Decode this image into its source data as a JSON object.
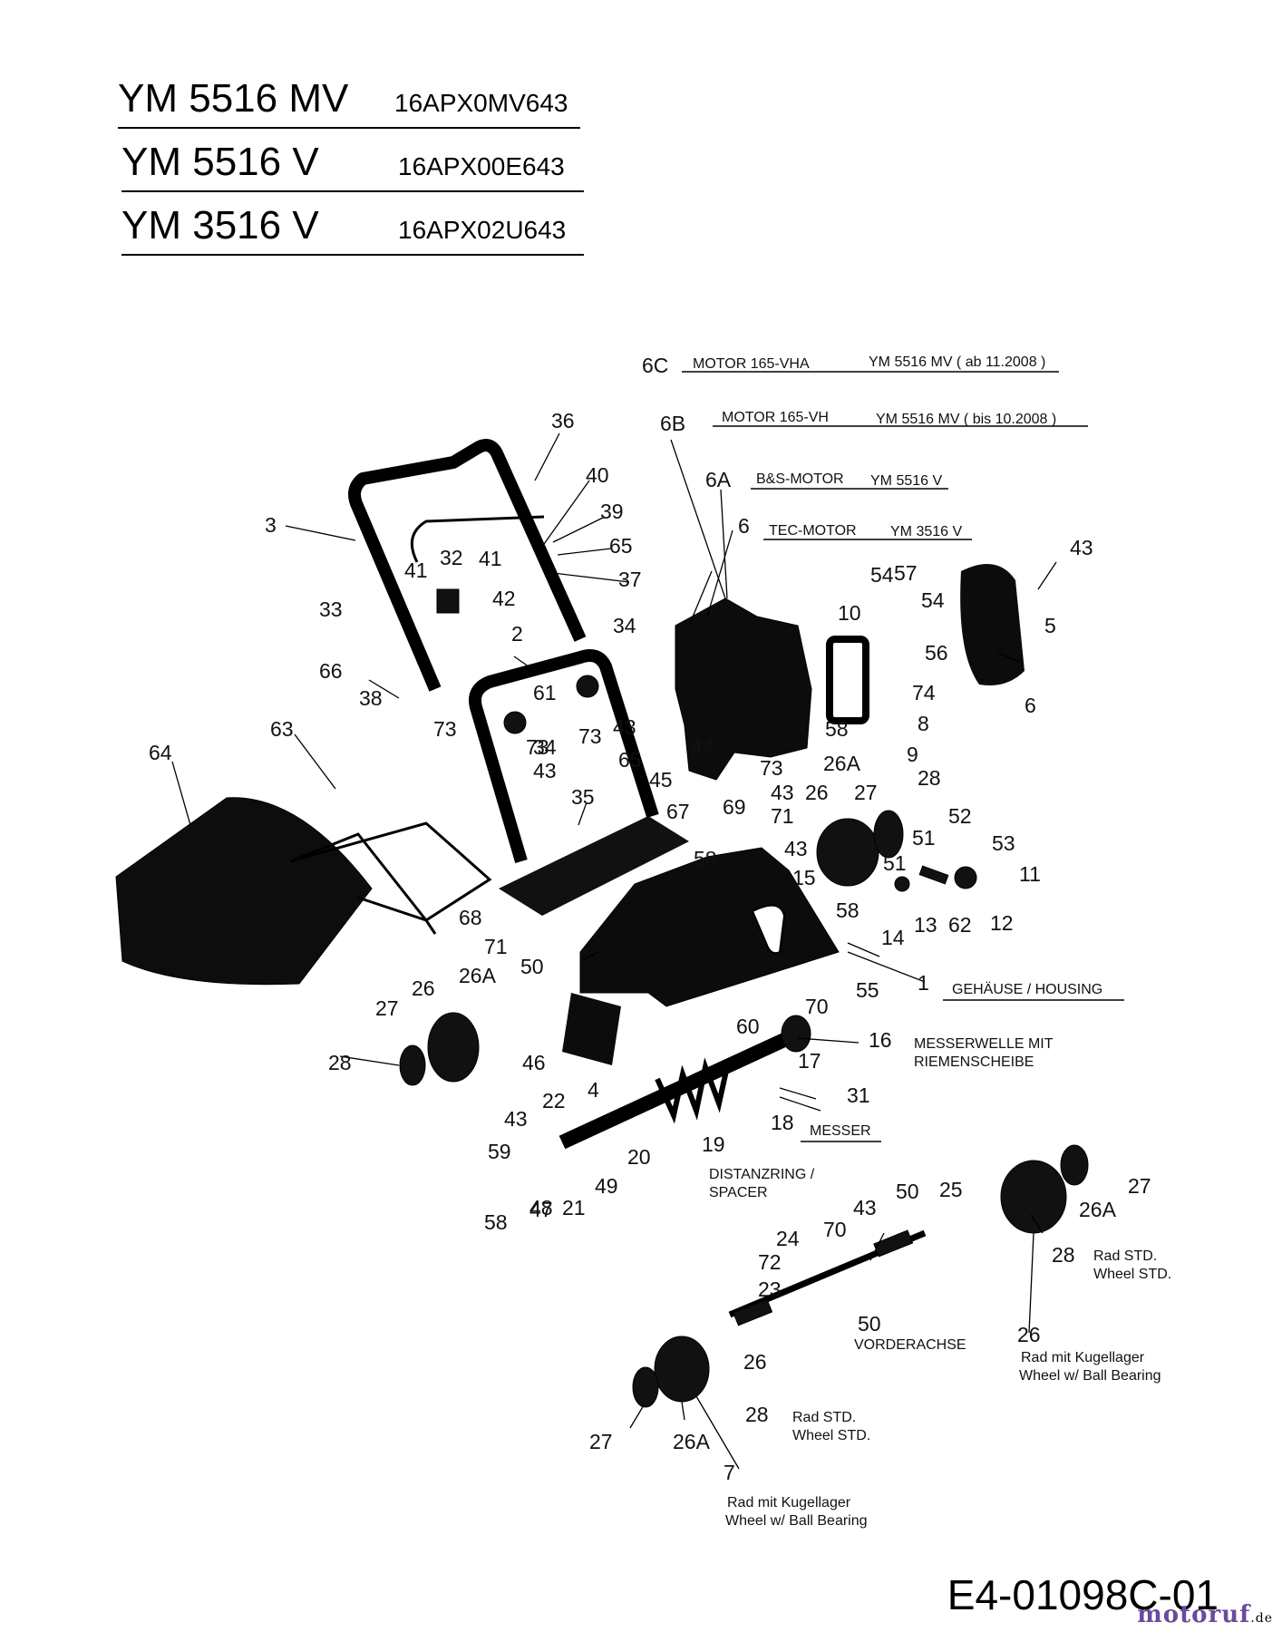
{
  "models": [
    {
      "name": "YM 5516 MV",
      "code": "16APX0MV643"
    },
    {
      "name": "YM 5516 V",
      "code": "16APX00E643"
    },
    {
      "name": "YM 3516 V",
      "code": "16APX02U643"
    }
  ],
  "engine_variants": [
    {
      "ref": "6C",
      "motor": "MOTOR 165-VHA",
      "applies": "YM 5516 MV ( ab 11.2008 )"
    },
    {
      "ref": "6B",
      "motor": "MOTOR 165-VH",
      "applies": "YM 5516 MV ( bis 10.2008 )"
    },
    {
      "ref": "6A",
      "motor": "B&S-MOTOR",
      "applies": "YM 5516 V"
    },
    {
      "ref": "6",
      "motor": "TEC-MOTOR",
      "applies": "YM 3516 V"
    }
  ],
  "callouts": [
    "36",
    "40",
    "39",
    "65",
    "37",
    "3",
    "41",
    "32",
    "41",
    "42",
    "33",
    "66",
    "38",
    "2",
    "34",
    "61",
    "73",
    "43",
    "73",
    "34",
    "63",
    "73",
    "43",
    "64",
    "65",
    "44",
    "45",
    "73",
    "43",
    "69",
    "71",
    "67",
    "58",
    "43",
    "35",
    "26A",
    "26",
    "27",
    "28",
    "52",
    "51",
    "53",
    "11",
    "51",
    "58",
    "14",
    "13",
    "62",
    "12",
    "15",
    "68",
    "71",
    "50",
    "1",
    "55",
    "70",
    "26",
    "26A",
    "27",
    "28",
    "46",
    "4",
    "60",
    "16",
    "17",
    "31",
    "22",
    "43",
    "59",
    "20",
    "49",
    "18",
    "19",
    "21",
    "48",
    "47",
    "58",
    "43",
    "50",
    "25",
    "24",
    "70",
    "72",
    "23",
    "50",
    "26",
    "28",
    "27",
    "26A",
    "26",
    "28",
    "27",
    "26A",
    "7",
    "54",
    "57",
    "10",
    "54",
    "56",
    "74",
    "8",
    "9",
    "58",
    "43",
    "5",
    "6",
    "6A",
    "6B",
    "6C"
  ],
  "notes": {
    "housing": "GEHÄUSE / HOUSING",
    "shaft_l1": "MESSERWELLE MIT",
    "shaft_l2": "RIEMENSCHEIBE",
    "knife": "MESSER",
    "spacer_l1": "DISTANZRING /",
    "spacer_l2": "SPACER",
    "front_axle": "VORDERACHSE",
    "wheel_std_de": "Rad STD.",
    "wheel_std_en": "Wheel STD.",
    "wheel_bb_de": "Rad mit Kugellager",
    "wheel_bb_en": "Wheel w/ Ball Bearing"
  },
  "document_id": "E4-01098C-01",
  "watermark": {
    "main": "motoruf",
    "suffix": ".de"
  }
}
